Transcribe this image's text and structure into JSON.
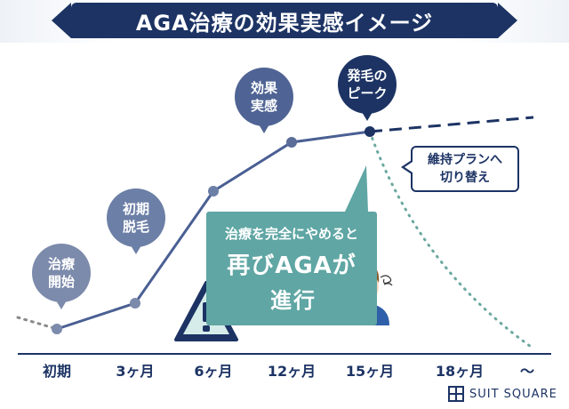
{
  "title": "AGA治療の効果実感イメージ",
  "x_axis": [
    "初期",
    "3ヶ月",
    "6ヶ月",
    "12ヶ月",
    "15ヶ月",
    "18ヶ月",
    "〜"
  ],
  "callouts": {
    "treatment_start": "治療\n開始",
    "initial_shedding": "初期\n脱毛",
    "effect_felt": "効果\n実感",
    "peak": "発毛の\nピーク"
  },
  "maintenance": "維持プランへ\n切り替え",
  "warning": {
    "line1": "治療を完全にやめると",
    "line2": "再びAGAが",
    "line3": "進行"
  },
  "brand": "SUIT SQUARE",
  "colors": {
    "navy": "#1c3364",
    "curve": "#4a5f93",
    "teal": "#5fa6a4",
    "dotted": "#6aa8a0"
  }
}
